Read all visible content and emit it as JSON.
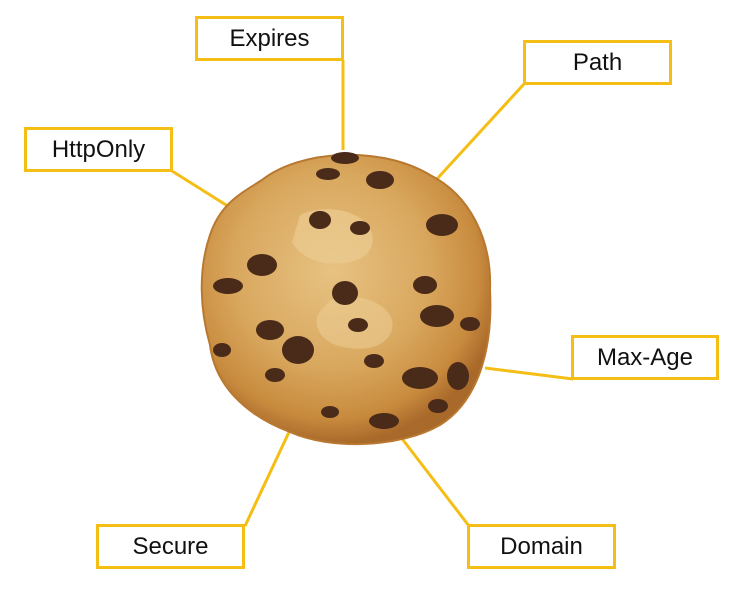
{
  "diagram": {
    "accent_color": "#F5BE14",
    "center_image": "cookie",
    "labels": {
      "expires": "Expires",
      "path": "Path",
      "httponly": "HttpOnly",
      "max_age": "Max-Age",
      "secure": "Secure",
      "domain": "Domain"
    }
  }
}
